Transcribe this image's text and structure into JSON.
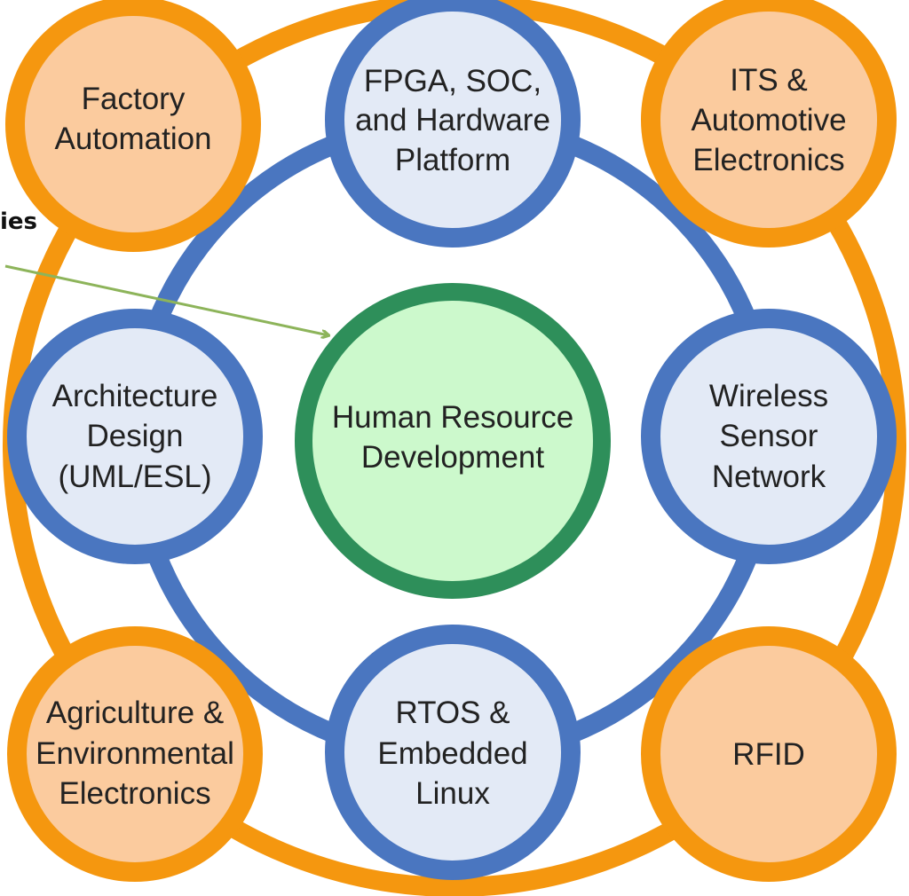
{
  "partial_text": "ies",
  "colors": {
    "orange": "#F5970F",
    "orange_fill": "#FBCB9E",
    "blue": "#4A76C0",
    "blue_fill": "#E3EAF6",
    "green": "#2E8F5A",
    "green_fill": "#CCF9CC",
    "arrow": "#8DB45A"
  },
  "center": {
    "lines": [
      "Human Resource",
      "Development"
    ]
  },
  "nodes": [
    {
      "id": "fpga",
      "lines": [
        "FPGA, SOC,",
        "and Hardware",
        "Platform"
      ]
    },
    {
      "id": "arch",
      "lines": [
        "Architecture",
        "Design",
        "(UML/ESL)"
      ]
    },
    {
      "id": "wsn",
      "lines": [
        "Wireless",
        "Sensor",
        "Network"
      ]
    },
    {
      "id": "rtos",
      "lines": [
        "RTOS &",
        "Embedded",
        "Linux"
      ]
    }
  ],
  "applications": [
    {
      "id": "factory",
      "lines": [
        "Factory",
        "Automation"
      ]
    },
    {
      "id": "its",
      "lines": [
        "ITS &",
        "Automotive",
        "Electronics"
      ]
    },
    {
      "id": "agri",
      "lines": [
        "Agriculture &",
        "Environmental",
        "Electronics"
      ]
    },
    {
      "id": "rfid",
      "lines": [
        "RFID"
      ]
    }
  ]
}
